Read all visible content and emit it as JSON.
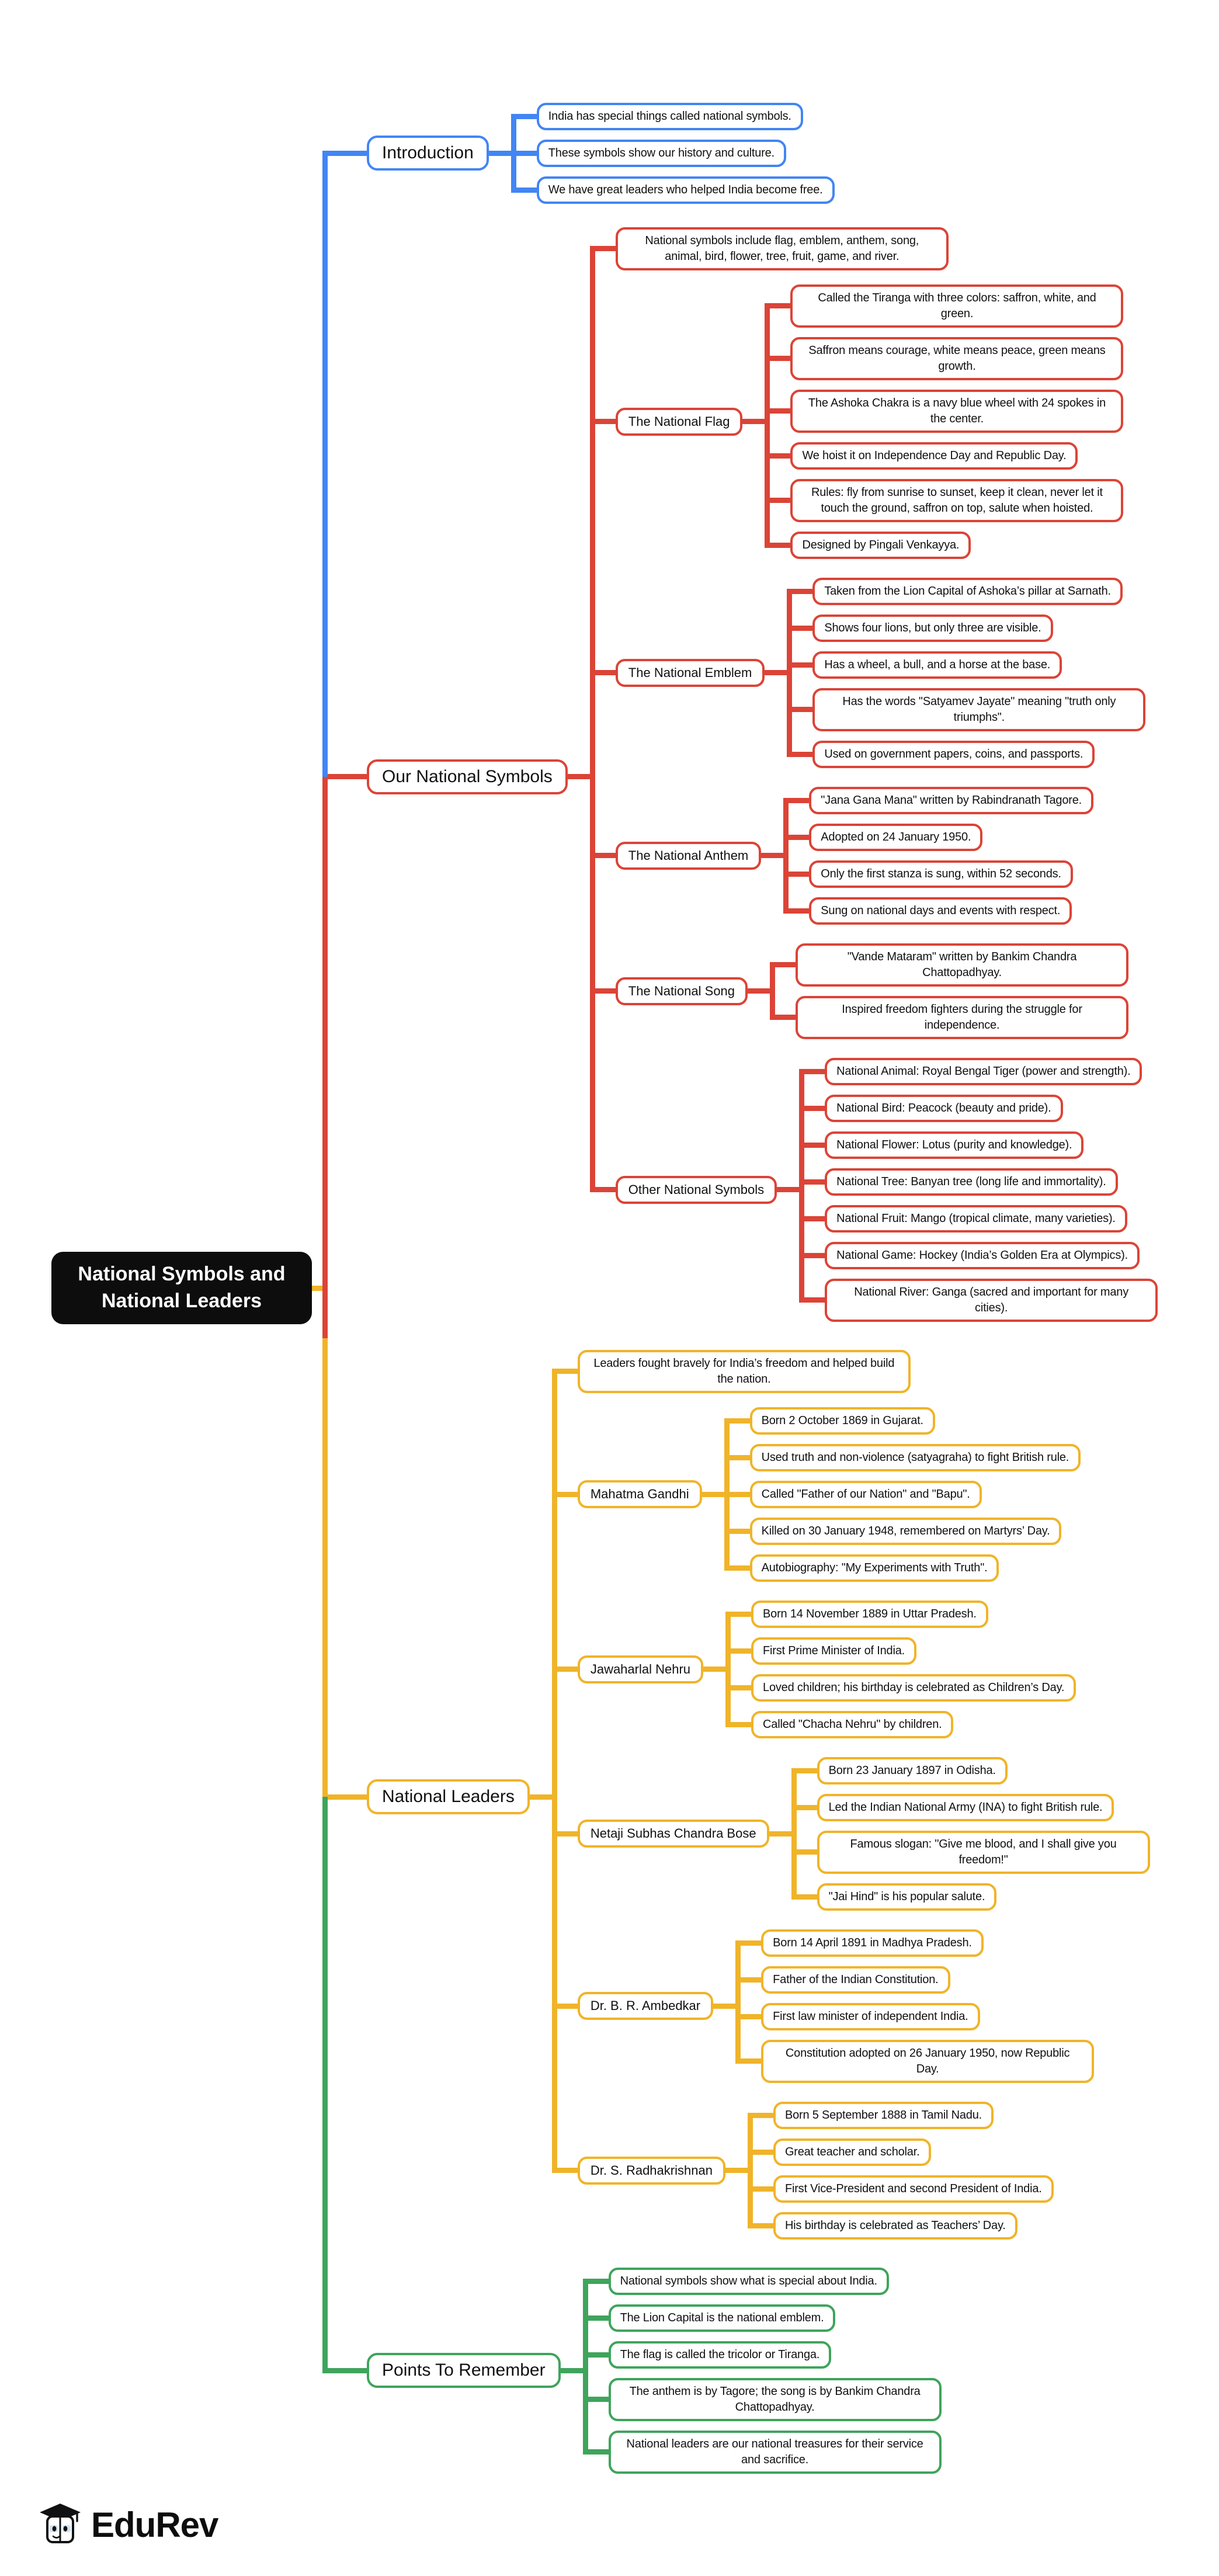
{
  "colors": {
    "blue": "#4285F4",
    "red": "#DB4437",
    "yellow": "#F0B429",
    "green": "#3FA45C",
    "root_bg": "#0D0D0D"
  },
  "root": {
    "label": "National Symbols and National Leaders"
  },
  "branches": [
    {
      "label": "Introduction",
      "color": "#4285F4",
      "children": [
        {
          "label": "India has special things called national symbols."
        },
        {
          "label": "These symbols show our history and culture."
        },
        {
          "label": "We have great leaders who helped India become free."
        }
      ]
    },
    {
      "label": "Our National Symbols",
      "color": "#DB4437",
      "children": [
        {
          "label": "National symbols include flag, emblem, anthem, song, animal, bird, flower, tree, fruit, game, and river."
        },
        {
          "label": "The National Flag",
          "children": [
            {
              "label": "Called the Tiranga with three colors: saffron, white, and green."
            },
            {
              "label": "Saffron means courage, white means peace, green means growth."
            },
            {
              "label": "The Ashoka Chakra is a navy blue wheel with 24 spokes in the center."
            },
            {
              "label": "We hoist it on Independence Day and Republic Day."
            },
            {
              "label": "Rules: fly from sunrise to sunset, keep it clean, never let it touch the ground, saffron on top, salute when hoisted."
            },
            {
              "label": "Designed by Pingali Venkayya."
            }
          ]
        },
        {
          "label": "The National Emblem",
          "children": [
            {
              "label": "Taken from the Lion Capital of Ashoka’s pillar at Sarnath."
            },
            {
              "label": "Shows four lions, but only three are visible."
            },
            {
              "label": "Has a wheel, a bull, and a horse at the base."
            },
            {
              "label": "Has the words \"Satyamev Jayate\" meaning \"truth only triumphs\"."
            },
            {
              "label": "Used on government papers, coins, and passports."
            }
          ]
        },
        {
          "label": "The National Anthem",
          "children": [
            {
              "label": "\"Jana Gana Mana\" written by Rabindranath Tagore."
            },
            {
              "label": "Adopted on 24 January 1950."
            },
            {
              "label": "Only the first stanza is sung, within 52 seconds."
            },
            {
              "label": "Sung on national days and events with respect."
            }
          ]
        },
        {
          "label": "The National Song",
          "children": [
            {
              "label": "\"Vande Mataram\" written by Bankim Chandra Chattopadhyay."
            },
            {
              "label": "Inspired freedom fighters during the struggle for independence."
            }
          ]
        },
        {
          "label": "Other National Symbols",
          "children": [
            {
              "label": "National Animal: Royal Bengal Tiger (power and strength)."
            },
            {
              "label": "National Bird: Peacock (beauty and pride)."
            },
            {
              "label": "National Flower: Lotus (purity and knowledge)."
            },
            {
              "label": "National Tree: Banyan tree (long life and immortality)."
            },
            {
              "label": "National Fruit: Mango (tropical climate, many varieties)."
            },
            {
              "label": "National Game: Hockey (India’s Golden Era at Olympics)."
            },
            {
              "label": "National River: Ganga (sacred and important for many cities)."
            }
          ]
        }
      ]
    },
    {
      "label": "National Leaders",
      "color": "#F0B429",
      "children": [
        {
          "label": "Leaders fought bravely for India’s freedom and helped build the nation."
        },
        {
          "label": "Mahatma Gandhi",
          "children": [
            {
              "label": "Born 2 October 1869 in Gujarat."
            },
            {
              "label": "Used truth and non-violence (satyagraha) to fight British rule."
            },
            {
              "label": "Called \"Father of our Nation\" and \"Bapu\"."
            },
            {
              "label": "Killed on 30 January 1948, remembered on Martyrs’ Day."
            },
            {
              "label": "Autobiography: \"My Experiments with Truth\"."
            }
          ]
        },
        {
          "label": "Jawaharlal Nehru",
          "children": [
            {
              "label": "Born 14 November 1889 in Uttar Pradesh."
            },
            {
              "label": "First Prime Minister of India."
            },
            {
              "label": "Loved children; his birthday is celebrated as Children’s Day."
            },
            {
              "label": "Called \"Chacha Nehru\" by children."
            }
          ]
        },
        {
          "label": "Netaji Subhas Chandra Bose",
          "children": [
            {
              "label": "Born 23 January 1897 in Odisha."
            },
            {
              "label": "Led the Indian National Army (INA) to fight British rule."
            },
            {
              "label": "Famous slogan: \"Give me blood, and I shall give you freedom!\""
            },
            {
              "label": "\"Jai Hind\" is his popular salute."
            }
          ]
        },
        {
          "label": "Dr. B. R. Ambedkar",
          "children": [
            {
              "label": "Born 14 April 1891 in Madhya Pradesh."
            },
            {
              "label": "Father of the Indian Constitution."
            },
            {
              "label": "First law minister of independent India."
            },
            {
              "label": "Constitution adopted on 26 January 1950, now Republic Day."
            }
          ]
        },
        {
          "label": "Dr. S. Radhakrishnan",
          "children": [
            {
              "label": "Born 5 September 1888 in Tamil Nadu."
            },
            {
              "label": "Great teacher and scholar."
            },
            {
              "label": "First Vice-President and second President of India."
            },
            {
              "label": "His birthday is celebrated as Teachers’ Day."
            }
          ]
        }
      ]
    },
    {
      "label": "Points To Remember",
      "color": "#3FA45C",
      "children": [
        {
          "label": "National symbols show what is special about India."
        },
        {
          "label": "The Lion Capital is the national emblem."
        },
        {
          "label": "The flag is called the tricolor or Tiranga."
        },
        {
          "label": "The anthem is by Tagore; the song is by Bankim Chandra Chattopadhyay."
        },
        {
          "label": "National leaders are our national treasures for their service and sacrifice."
        }
      ]
    }
  ],
  "logo": {
    "text": "EduRev"
  }
}
